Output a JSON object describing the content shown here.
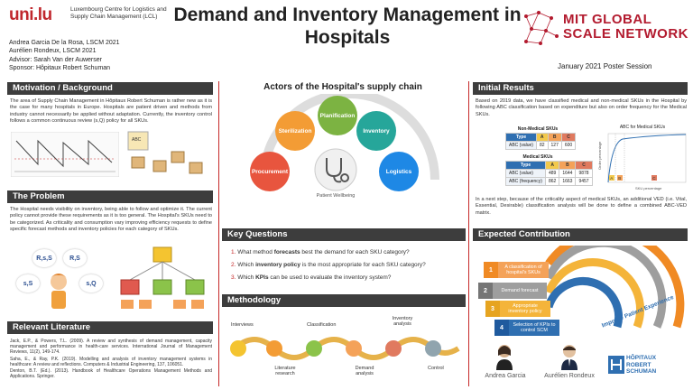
{
  "header": {
    "logo_text": "uni.lu",
    "lcl_name": "Luxembourg Centre for Logistics and Supply Chain Management (LCL)",
    "title": "Demand and Inventory Management in Hospitals",
    "authors": [
      "Andrea Garcia De la Rosa, LSCM 2021",
      "Aurélien Rondeux, LSCM 2021",
      "Advisor: Sarah Van der Auwerser",
      "Sponsor: Hôpitaux Robert Schuman"
    ],
    "mit_line1": "MIT GLOBAL",
    "mit_line2": "SCALE NETWORK",
    "session": "January 2021 Poster Session"
  },
  "motivation": {
    "heading": "Motivation / Background",
    "text": "The area of Supply Chain Management in Hôpitaux Robert Schuman is rather new as it is the case for many hospitals in Europe. Hospitals are patient driven and methods from industry cannot necessarily be applied without adaptation. Currently, the inventory control follows a common continuous review (s,Q) policy for all SKUs."
  },
  "problem": {
    "heading": "The Problem",
    "text": "The Hospital needs visibility on inventory, being able to follow and optimize it. The current policy cannot provide these requirements as it is too general. The Hospital's SKUs need to be categorized. As criticality and consumption vary improving efficiency requests to define specific forecast methods and inventory policies for each category of SKUs.",
    "bubbles": [
      "R,s,S",
      "R,S",
      "s,S",
      "s,Q"
    ]
  },
  "literature": {
    "heading": "Relevant Literature",
    "items": [
      "Jack, E.P., & Powers, T.L. (2009). A review and synthesis of demand management, capacity management and performance in health-care services. International Journal of Management Reviews, 11(2), 149-174.",
      "Saha, E., & Ray, P.K. (2019). Modelling and analysis of inventory management systems in healthcare: A review and reflections. Computers & Industrial Engineering, 137, 106051.",
      "Denton, B.T. (Ed.). (2013). Handbook of Healthcare Operations Management Methods and Applications. Springer."
    ]
  },
  "actors": {
    "heading": "Actors of the Hospital's supply chain",
    "items": [
      "Procurement",
      "Sterilization",
      "Planification",
      "Inventory",
      "Logistics"
    ],
    "center": "Patient Wellbeing"
  },
  "questions": {
    "heading": "Key Questions",
    "items": [
      {
        "n": "1.",
        "pre": "What method ",
        "bold": "forecasts",
        "post": " best the demand for each SKU category?"
      },
      {
        "n": "2.",
        "pre": "Which ",
        "bold": "inventory policy",
        "post": " is the most appropriate for each SKU category?"
      },
      {
        "n": "3.",
        "pre": "Which ",
        "bold": "KPIs",
        "post": " can be used to evaluate the inventory system?"
      }
    ]
  },
  "methodology": {
    "heading": "Methodology",
    "steps_top": [
      "Interviews",
      "Classification",
      "Inventory analysis"
    ],
    "steps_bottom": [
      "Literature research",
      "Demand analysis",
      "Control"
    ]
  },
  "results": {
    "heading": "Initial Results",
    "text": "Based on 2019 data, we have classified medical and non-medical SKUs in the Hospital by following ABC classification based on expenditure but also on order frequency for the Medical SKUs.",
    "table1_title": "Non-Medical SKUs",
    "table1_head": [
      "Type",
      "A",
      "B",
      "C"
    ],
    "table1_rows": [
      [
        "ABC (value)",
        "82",
        "127",
        "600"
      ]
    ],
    "table2_title": "Medical SKUs",
    "table2_head": [
      "Type",
      "A",
      "B",
      "C"
    ],
    "table2_rows": [
      [
        "ABC (value)",
        "489",
        "1644",
        "9878"
      ],
      [
        "ABC (frequency)",
        "862",
        "1663",
        "9457"
      ]
    ],
    "chart_title": "ABC for Medical SKUs",
    "chart_ylabel": "Order percentage",
    "chart_xlabel": "SKU percentage",
    "chart_zones": [
      "A",
      "B",
      "C"
    ],
    "text2": "In a next step, because of the criticality aspect of medical SKUs, an additional VED (i.e. Vital, Essential, Desirable) classification analysis will be done to define a combined ABC-VED matrix."
  },
  "contribution": {
    "heading": "Expected Contribution",
    "items": [
      {
        "n": "1",
        "label": "A classification of hospital's SKUs"
      },
      {
        "n": "2",
        "label": "Demand forecast"
      },
      {
        "n": "3",
        "label": "Appropriate inventory policy"
      },
      {
        "n": "4",
        "label": "Selection of KPIs to control SCM"
      }
    ],
    "arc_label": "Improve Patient Experience",
    "people": [
      "Andrea Garcia",
      "Aurélien Rondeux"
    ],
    "hrs_logo": [
      "HÔPITAUX",
      "ROBERT",
      "SCHUMAN"
    ]
  },
  "colors": {
    "brand_red": "#c0272d",
    "header_bar": "#3d3d3d",
    "mit_red": "#b31b2f",
    "procurement": "#e8553e",
    "sterilization": "#f39c35",
    "planification": "#7cb342",
    "inventory": "#26a69a",
    "logistics": "#1e88e5"
  }
}
